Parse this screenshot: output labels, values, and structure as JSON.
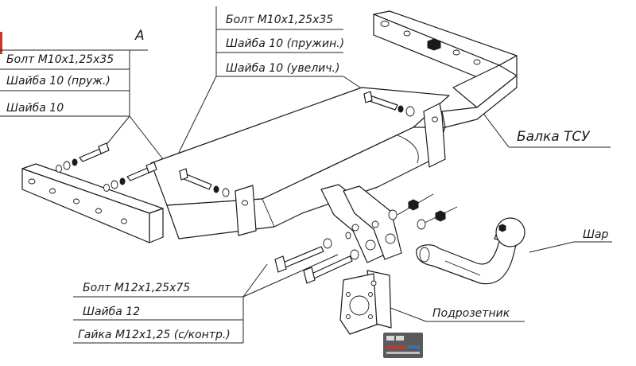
{
  "view_label": "A",
  "callouts": {
    "left_group": [
      "Болт М10х1,25х35",
      "Шайба 10 (пруж.)",
      "Шайба 10"
    ],
    "top_group": [
      "Болт М10х1,25х35",
      "Шайба 10 (пружин.)",
      "Шайба 10 (увелич.)"
    ],
    "bottom_group": [
      "Болт М12х1,25х75",
      "Шайба 12",
      "Гайка М12х1,25 (с/контр.)"
    ],
    "beam": "Балка ТСУ",
    "ball": "Шар",
    "socket_plate": "Подрозетник"
  },
  "colors": {
    "line": "#1a1a1a",
    "background": "#ffffff",
    "logo_red": "#c0392b",
    "logo_blue": "#3f6fb0"
  }
}
